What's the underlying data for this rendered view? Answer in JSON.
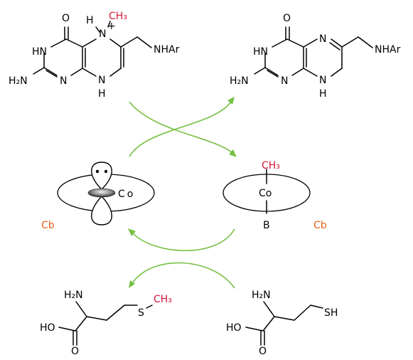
{
  "labels": {
    "mthf": {
      "o": "O",
      "hn": "HN",
      "h2n": "H₂N",
      "n_bot": "N",
      "nh_bot": "N",
      "h_bot": "H",
      "h_top": "H",
      "nplus": "N",
      "plus": "+",
      "ch3": "CH₃",
      "nhar": "NHAr"
    },
    "thf": {
      "o": "O",
      "hn": "HN",
      "h2n": "H₂N",
      "n_bot": "N",
      "n_top": "N",
      "nh_bot": "N",
      "h_bot": "H",
      "nhar": "NHAr"
    },
    "cob_left": {
      "co": "Co",
      "cbl": "Cb"
    },
    "cob_right": {
      "ch3": "CH₃",
      "co": "Co",
      "b": "B",
      "cbl": "Cb"
    },
    "met": {
      "h2n": "H₂N",
      "ho": "HO",
      "o": "O",
      "s": "S",
      "ch3": "CH₃"
    },
    "hcy": {
      "h2n": "H₂N",
      "ho": "HO",
      "o": "O",
      "sh": "SH"
    }
  },
  "colors": {
    "arrow": "#76c043",
    "methyl": "#d6193a",
    "cobalamin": "#e3641c"
  }
}
